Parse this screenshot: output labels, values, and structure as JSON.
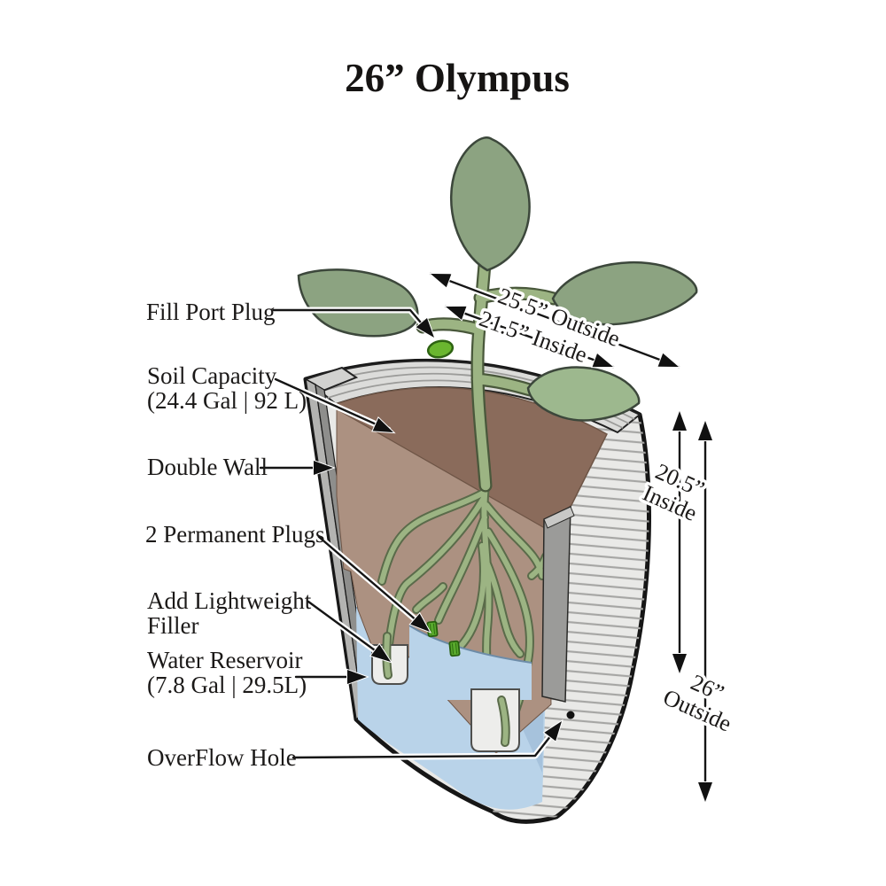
{
  "title": "26” Olympus",
  "labels": {
    "fill_port": "Fill Port Plug",
    "soil_capacity_1": "Soil Capacity",
    "soil_capacity_2": "(24.4 Gal | 92 L)",
    "double_wall": "Double Wall",
    "permanent_plugs": "2 Permanent Plugs",
    "filler_1": "Add Lightweight",
    "filler_2": "Filler",
    "water_reservoir_1": "Water Reservoir",
    "water_reservoir_2": "(7.8 Gal | 29.5L)",
    "overflow": "OverFlow Hole"
  },
  "dimensions": {
    "outside_width": "25.5” Outside",
    "inside_width": "21.5” Inside",
    "inside_height_1": "20.5”",
    "inside_height_2": "Inside",
    "outside_height_1": "26”",
    "outside_height_2": "Outside"
  },
  "colors": {
    "shell": "#e9e9e7",
    "rim": "#dcdcda",
    "soil_top": "#8a6b5b",
    "soil_face": "#ac9181",
    "water": "#b9d3e9",
    "water_shaded": "#a6c2dc",
    "leaf_green": "#8ca381",
    "plug_green": "#58a92c",
    "fill_plug_green": "#6ab62f"
  }
}
